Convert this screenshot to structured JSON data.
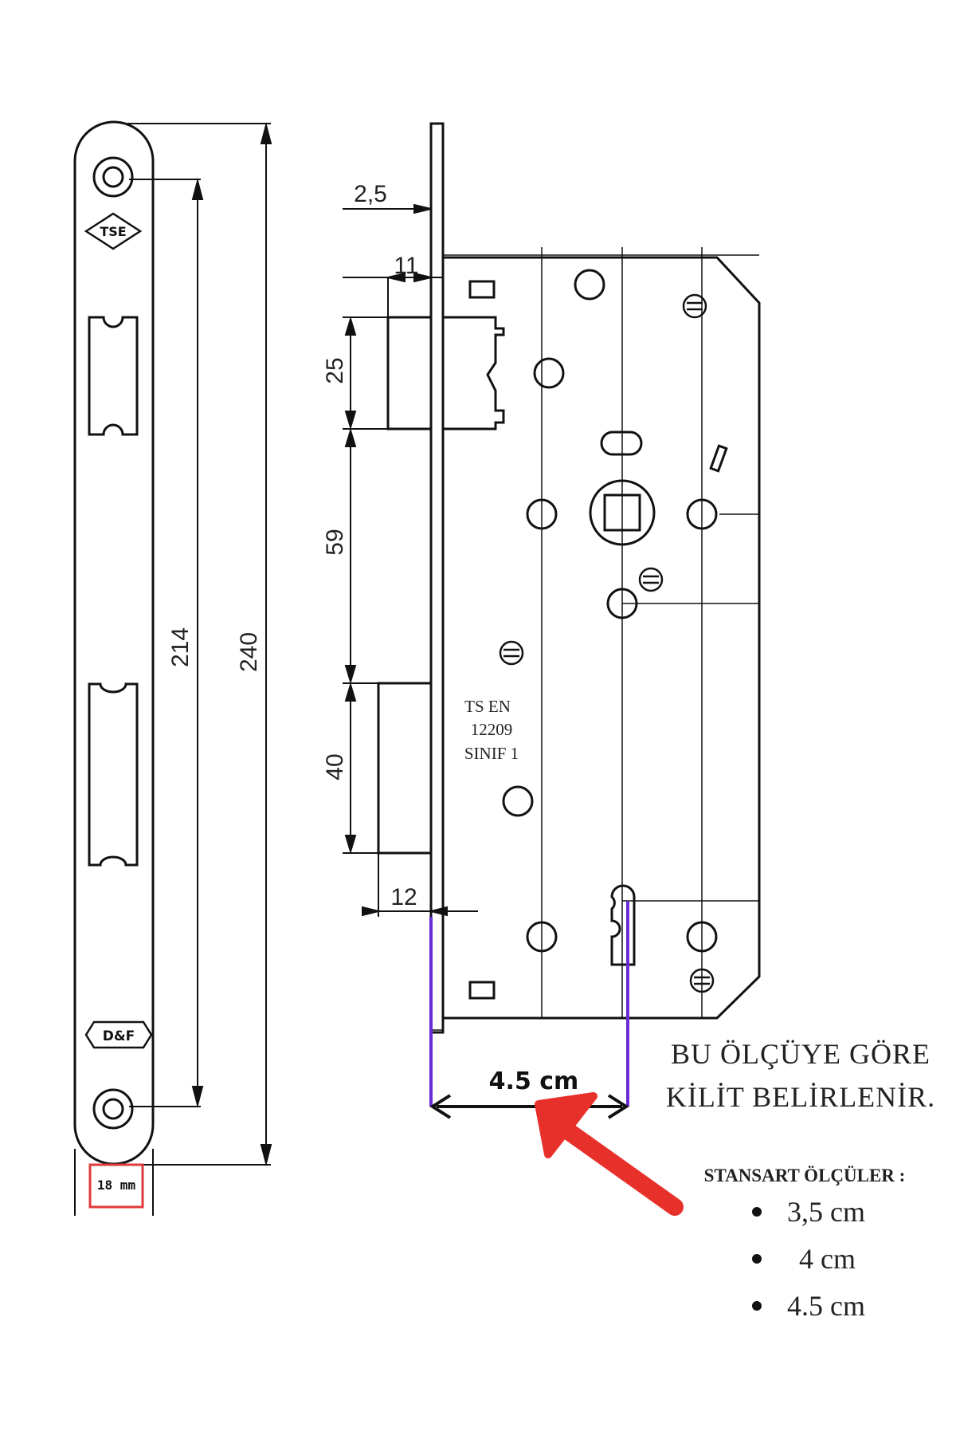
{
  "faceplate": {
    "logo_top": "TSE",
    "logo_bottom": "D&F",
    "width_label": "18 mm"
  },
  "dimensions": {
    "total_length": "240",
    "hole_spacing": "214",
    "plate_thickness": "2,5",
    "latch_projection": "11",
    "latch_height": "25",
    "latch_to_bolt": "59",
    "bolt_height": "40",
    "bolt_projection": "12",
    "backset": "4.5 cm"
  },
  "stamp": {
    "line1": "TS EN",
    "line2": "12209",
    "line3": "SINIF 1"
  },
  "note": {
    "line1": "BU ÖLÇÜYE GÖRE",
    "line2": "KİLİT BELİRLENİR."
  },
  "standards": {
    "title": "STANSART ÖLÇÜLER :",
    "items": [
      "3,5 cm",
      "4 cm",
      "4.5 cm"
    ]
  },
  "colors": {
    "accent_arrow": "#e8302b",
    "marker_lines": "#6a2bd9",
    "box_border": "#e03a3a"
  }
}
